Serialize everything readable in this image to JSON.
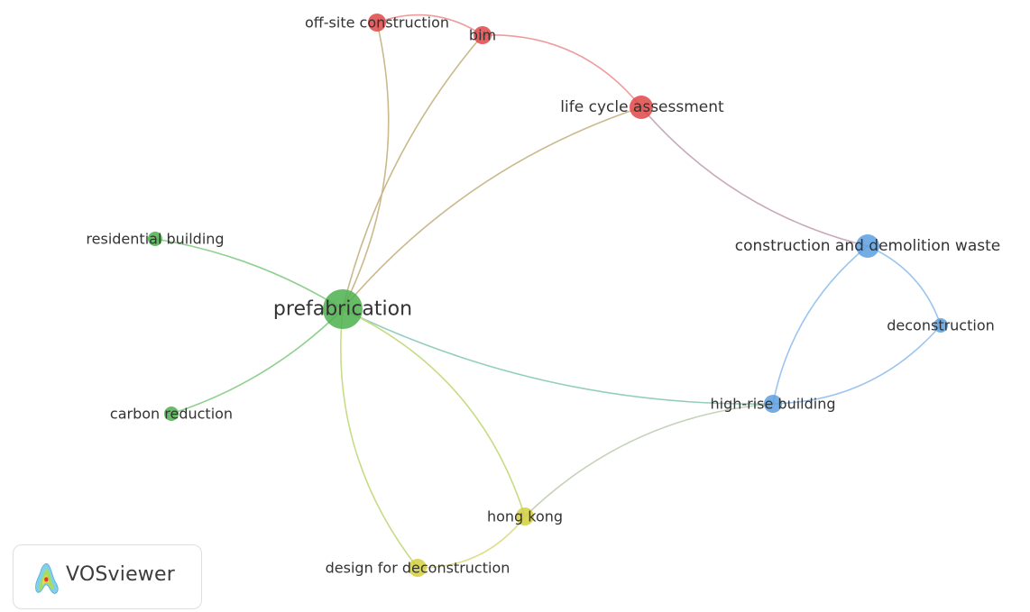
{
  "network": {
    "nodes": [
      {
        "id": "prefabrication",
        "label": "prefabrication",
        "cluster": "green",
        "weight": 5
      },
      {
        "id": "residential-building",
        "label": "residential building",
        "cluster": "green",
        "weight": 1
      },
      {
        "id": "carbon-reduction",
        "label": "carbon reduction",
        "cluster": "green",
        "weight": 1
      },
      {
        "id": "off-site-construction",
        "label": "off-site construction",
        "cluster": "red",
        "weight": 2
      },
      {
        "id": "bim",
        "label": "bim",
        "cluster": "red",
        "weight": 2
      },
      {
        "id": "life-cycle-assessment",
        "label": "life cycle assessment",
        "cluster": "red",
        "weight": 3
      },
      {
        "id": "construction-and-demolition-waste",
        "label": "construction and demolition waste",
        "cluster": "blue",
        "weight": 3
      },
      {
        "id": "deconstruction",
        "label": "deconstruction",
        "cluster": "blue",
        "weight": 1
      },
      {
        "id": "high-rise-building",
        "label": "high-rise building",
        "cluster": "blue",
        "weight": 2
      },
      {
        "id": "hong-kong",
        "label": "hong kong",
        "cluster": "yellow",
        "weight": 2
      },
      {
        "id": "design-for-deconstruction",
        "label": "design for deconstruction",
        "cluster": "yellow",
        "weight": 2
      }
    ],
    "links": [
      {
        "source": "prefabrication",
        "target": "residential-building"
      },
      {
        "source": "prefabrication",
        "target": "carbon-reduction"
      },
      {
        "source": "prefabrication",
        "target": "off-site-construction"
      },
      {
        "source": "prefabrication",
        "target": "bim"
      },
      {
        "source": "prefabrication",
        "target": "life-cycle-assessment"
      },
      {
        "source": "prefabrication",
        "target": "high-rise-building"
      },
      {
        "source": "prefabrication",
        "target": "hong-kong"
      },
      {
        "source": "prefabrication",
        "target": "design-for-deconstruction"
      },
      {
        "source": "off-site-construction",
        "target": "bim"
      },
      {
        "source": "bim",
        "target": "life-cycle-assessment"
      },
      {
        "source": "life-cycle-assessment",
        "target": "construction-and-demolition-waste"
      },
      {
        "source": "construction-and-demolition-waste",
        "target": "deconstruction"
      },
      {
        "source": "construction-and-demolition-waste",
        "target": "high-rise-building"
      },
      {
        "source": "deconstruction",
        "target": "high-rise-building"
      },
      {
        "source": "high-rise-building",
        "target": "hong-kong"
      },
      {
        "source": "hong-kong",
        "target": "design-for-deconstruction"
      }
    ],
    "cluster_colors": {
      "green": "#4cb04c",
      "red": "#e04646",
      "blue": "#5b9fdf",
      "yellow": "#d4cf3c"
    },
    "link_colors": {
      "green": "#8fd08f",
      "red": "#ef9b9b",
      "blue": "#9cc4ee",
      "yellow": "#dedd8a",
      "green-red": "#c9b98c",
      "green-blue": "#93cdbd",
      "green-yellow": "#c6dc84",
      "red-blue": "#c7a9bb",
      "blue-yellow": "#c5d2b8"
    }
  },
  "brand": {
    "name": "VOSviewer",
    "logo_icon": "vosviewer-logo-icon"
  }
}
